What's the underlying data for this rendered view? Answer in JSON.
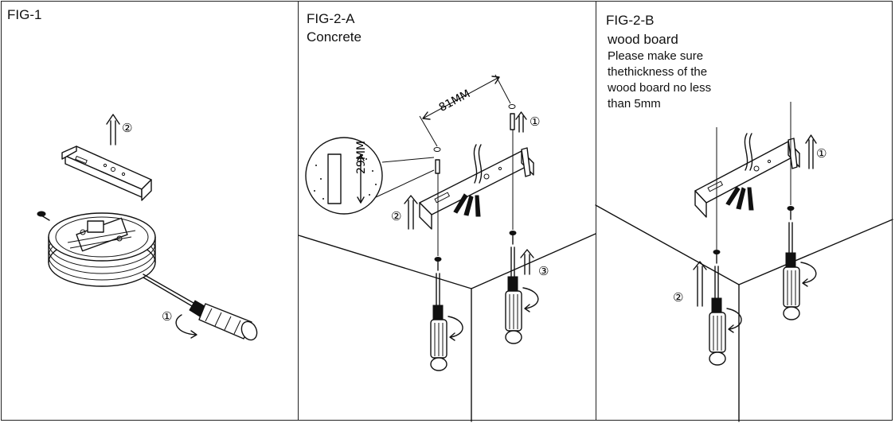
{
  "panels": {
    "fig1": {
      "title": "FIG-1",
      "step1": "①",
      "step2": "②"
    },
    "fig2a": {
      "title": "FIG-2-A",
      "subtitle": "Concrete",
      "dim_spacing": "81MM",
      "dim_depth": "29MM",
      "step1": "①",
      "step2": "②",
      "step3": "③"
    },
    "fig2b": {
      "title": "FIG-2-B",
      "subtitle": "wood board",
      "note": [
        "Please make sure",
        "thethickness of the",
        "wood board no less",
        "than 5mm"
      ],
      "step1": "①",
      "step2": "②"
    }
  }
}
